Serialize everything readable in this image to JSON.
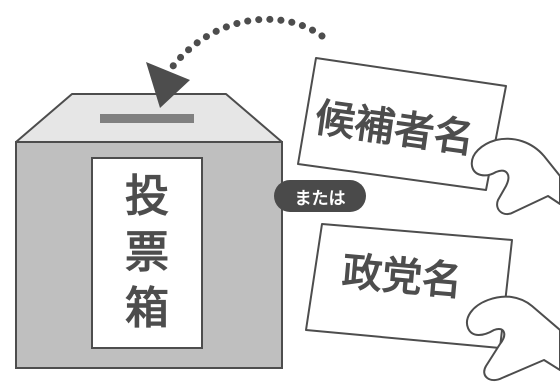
{
  "ballot_box": {
    "label_chars": [
      "投",
      "票",
      "箱"
    ]
  },
  "ballots": {
    "candidate_name": "候補者名",
    "or_badge": "または",
    "party_name": "政党名"
  },
  "icons": {
    "arrow": "dotted-curved-arrow-icon",
    "hands": "hand-icon"
  },
  "colors": {
    "fill_gray": "#bfbfbf",
    "light_gray": "#e6e6e6",
    "outline": "#4d4d4d",
    "badge": "#4a4a4a"
  }
}
